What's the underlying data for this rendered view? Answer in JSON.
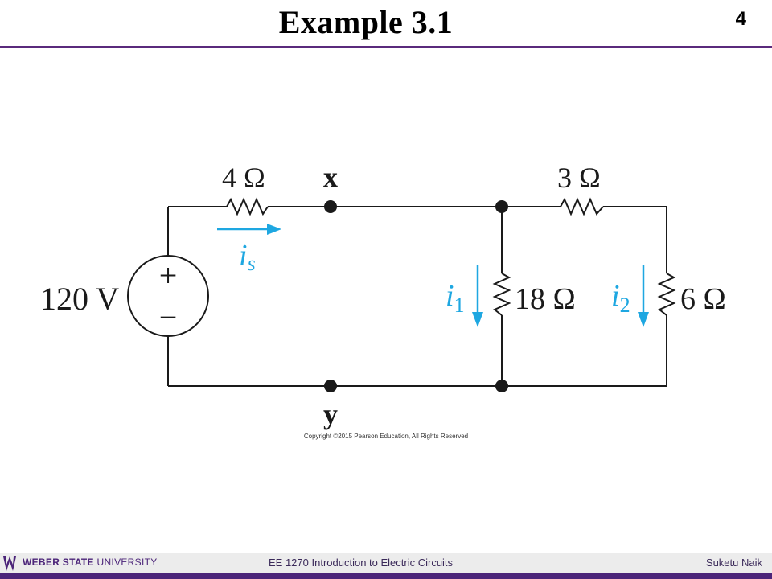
{
  "slide": {
    "title": "Example 3.1",
    "number": "4"
  },
  "circuit": {
    "source_label": "120 V",
    "source_plus": "+",
    "source_minus": "−",
    "r_series": "4 Ω",
    "r_top_right": "3 Ω",
    "r_middle": "18 Ω",
    "r_right": "6 Ω",
    "node_x": "x",
    "node_y": "y",
    "current_s_main": "i",
    "current_s_sub": "s",
    "current_1_main": "i",
    "current_1_sub": "1",
    "current_2_main": "i",
    "current_2_sub": "2",
    "wire_color": "#1a1a1a",
    "current_color": "#1ea7e1"
  },
  "copyright": "Copyright ©2015 Pearson Education, All Rights Reserved",
  "footer": {
    "university_bold": "WEBER STATE ",
    "university_light": "UNIVERSITY",
    "course": "EE 1270 Introduction to Electric Circuits",
    "author": "Suketu Naik",
    "brand_color": "#4b2479"
  }
}
